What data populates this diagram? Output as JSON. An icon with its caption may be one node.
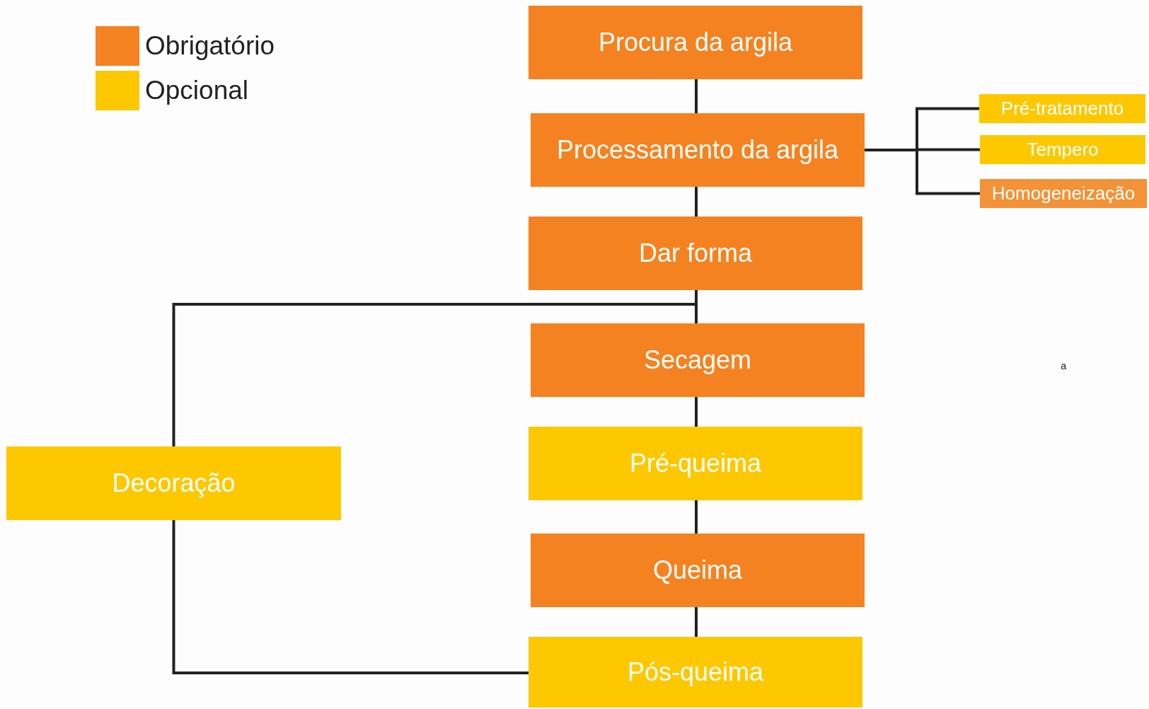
{
  "diagram": {
    "nodes": [
      {
        "text": [
          "Procura da argila"
        ]
      },
      {
        "text": [
          "Processamento da argila"
        ]
      },
      {
        "text": [
          "Dar forma"
        ]
      },
      {
        "text": [
          "Secagem"
        ]
      },
      {
        "text": [
          "Pré-queima"
        ]
      },
      {
        "text": [
          "Queima"
        ]
      },
      {
        "text": [
          "Pós-queima"
        ]
      },
      {
        "text": [
          "Decoração"
        ]
      },
      {
        "text": [
          "Pré-tratamento"
        ]
      },
      {
        "text": [
          "Tempero"
        ]
      },
      {
        "text": [
          "Homogeneização"
        ]
      }
    ],
    "edges": [
      {
        "from": 0,
        "to": 1,
        "arrow": "none"
      },
      {
        "from": 1,
        "to": 2,
        "arrow": "none"
      },
      {
        "from": 2,
        "to": 3,
        "arrow": "none"
      },
      {
        "from": 3,
        "to": 4,
        "arrow": "none"
      },
      {
        "from": 4,
        "to": 5,
        "arrow": "none"
      },
      {
        "from": 5,
        "to": 6,
        "arrow": "none"
      },
      {
        "from": 2,
        "to": 7,
        "arrow": "none"
      },
      {
        "from": 7,
        "to": 6,
        "arrow": "none"
      },
      {
        "from": 1,
        "to": 8,
        "arrow": "none"
      },
      {
        "from": 1,
        "to": 9,
        "arrow": "none"
      },
      {
        "from": 1,
        "to": 10,
        "arrow": "none"
      }
    ],
    "labels": [
      "a"
    ],
    "legend": [
      {
        "text": "Obrigatório",
        "color": "#f58220"
      },
      {
        "text": "Opcional",
        "color": "#fdc800"
      }
    ]
  }
}
